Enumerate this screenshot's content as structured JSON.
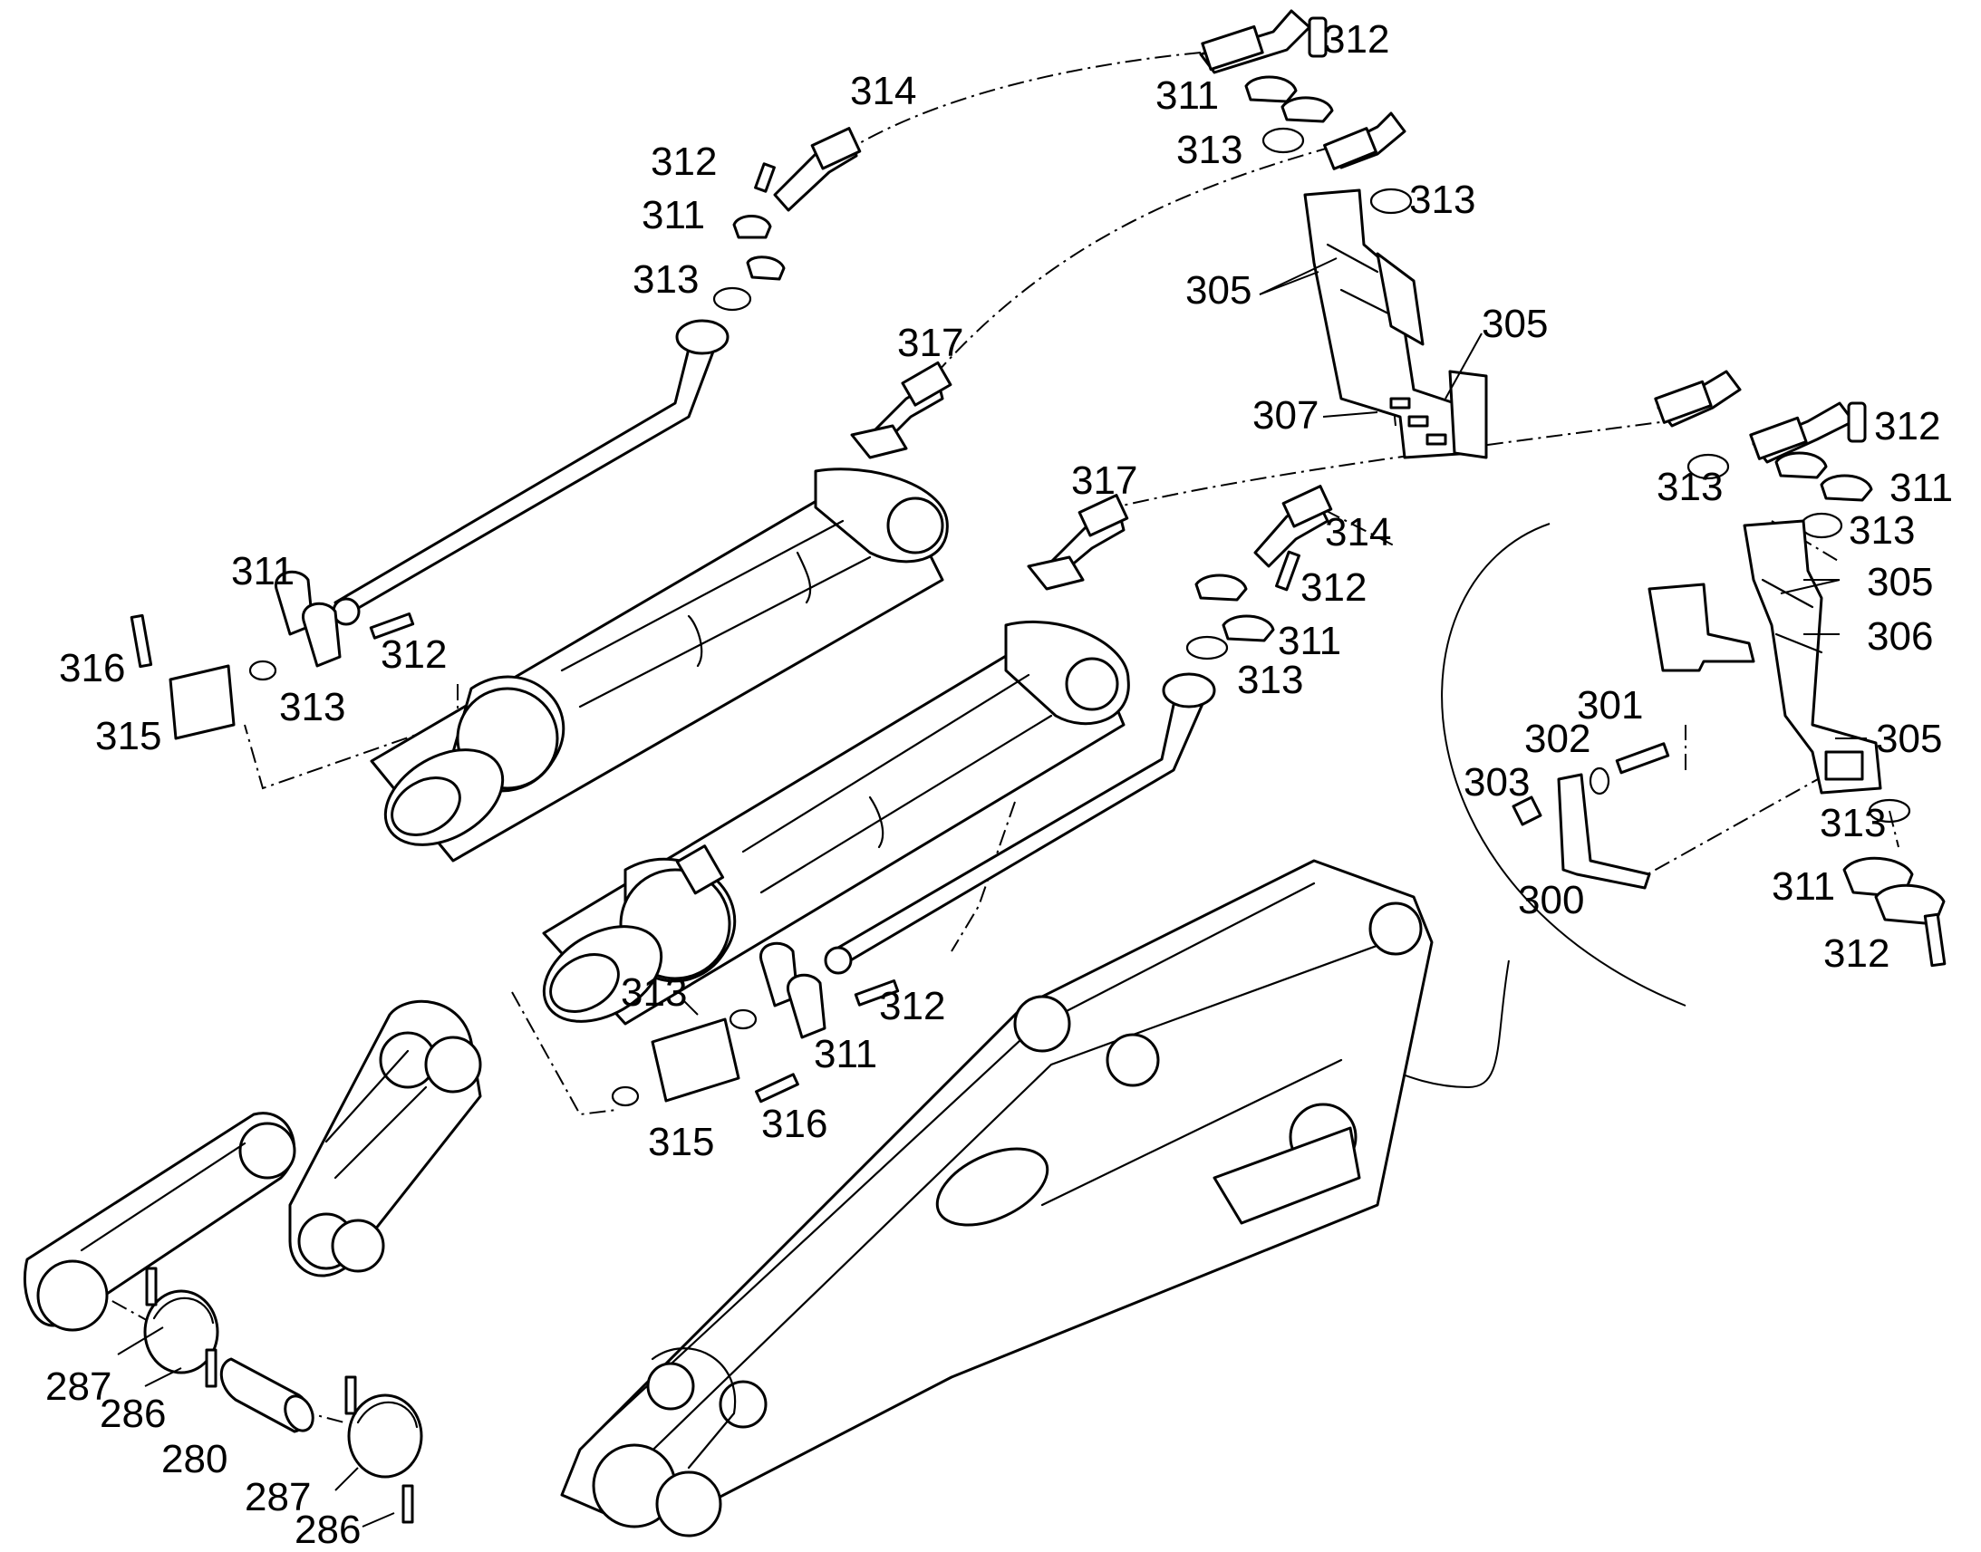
{
  "labels": [
    {
      "text": "312"
    },
    {
      "text": "314"
    },
    {
      "text": "311"
    },
    {
      "text": "313"
    },
    {
      "text": "313"
    },
    {
      "text": "312"
    },
    {
      "text": "311"
    },
    {
      "text": "313"
    },
    {
      "text": "305"
    },
    {
      "text": "305"
    },
    {
      "text": "317"
    },
    {
      "text": "307"
    },
    {
      "text": "311"
    },
    {
      "text": "312"
    },
    {
      "text": "316"
    },
    {
      "text": "313"
    },
    {
      "text": "315"
    },
    {
      "text": "317"
    },
    {
      "text": "314"
    },
    {
      "text": "312"
    },
    {
      "text": "311"
    },
    {
      "text": "313"
    },
    {
      "text": "312"
    },
    {
      "text": "313"
    },
    {
      "text": "311"
    },
    {
      "text": "313"
    },
    {
      "text": "305"
    },
    {
      "text": "306"
    },
    {
      "text": "301"
    },
    {
      "text": "302"
    },
    {
      "text": "303"
    },
    {
      "text": "305"
    },
    {
      "text": "313"
    },
    {
      "text": "300"
    },
    {
      "text": "311"
    },
    {
      "text": "312"
    },
    {
      "text": "313"
    },
    {
      "text": "312"
    },
    {
      "text": "311"
    },
    {
      "text": "315"
    },
    {
      "text": "316"
    },
    {
      "text": "287"
    },
    {
      "text": "286"
    },
    {
      "text": "280"
    },
    {
      "text": "287"
    },
    {
      "text": "286"
    }
  ]
}
